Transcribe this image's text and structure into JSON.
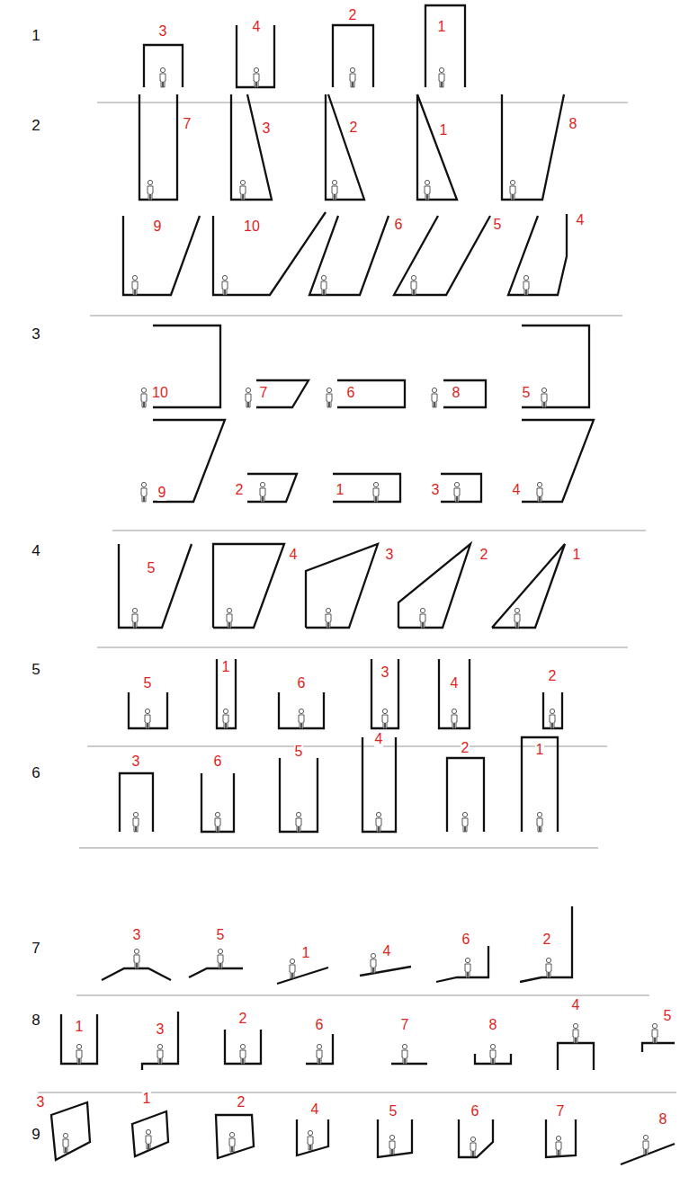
{
  "diagram": {
    "labels": [
      "1",
      "3",
      "4",
      "2",
      "1",
      "2",
      "7",
      "3",
      "2",
      "1",
      "8",
      "9",
      "10",
      "6",
      "5",
      "4",
      "3",
      "10",
      "7",
      "6",
      "8",
      "5",
      "9",
      "2",
      "1",
      "3",
      "4",
      "4",
      "5",
      "4",
      "3",
      "2",
      "1",
      "5",
      "5",
      "1",
      "6",
      "3",
      "4",
      "2",
      "6",
      "3",
      "6",
      "5",
      "4",
      "2",
      "1",
      "7",
      "3",
      "5",
      "1",
      "4",
      "6",
      "2",
      "8",
      "1",
      "3",
      "2",
      "6",
      "7",
      "8",
      "4",
      "5",
      "9",
      "3",
      "1",
      "2",
      "4",
      "5",
      "6",
      "7",
      "8"
    ]
  }
}
